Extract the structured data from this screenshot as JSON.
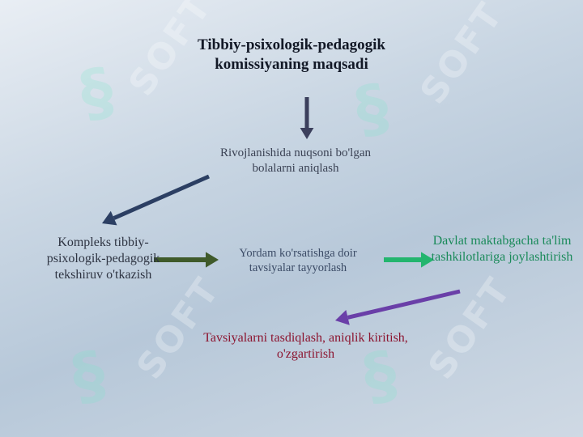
{
  "diagram": {
    "title": "Tibbiy-psixologik-pedagogik komissiyaning  maqsadi",
    "nodes": {
      "goal": "Rivojlanishida nuqsoni bo'lgan bolalarni aniqlash",
      "exam": "Kompleks tibbiy-psixologik-pedagogik tekshiruv o'tkazish",
      "recommend": "Yordam ko'rsatishga doir tavsiyalar tayyorlash",
      "place": "Davlat maktabgacha ta'lim tashkilotlariga joylashtirish",
      "approve": "Tavsiyalarni tasdiqlash, aniqlik kiritish, o'zgartirish"
    },
    "watermark": "SOFT",
    "colors": {
      "arrow_title": "#3b3f5c",
      "arrow_goal": "#2c3f63",
      "arrow_exam": "#3f5a2a",
      "arrow_rec": "#23b56e",
      "arrow_place": "#6a3fa8"
    }
  }
}
